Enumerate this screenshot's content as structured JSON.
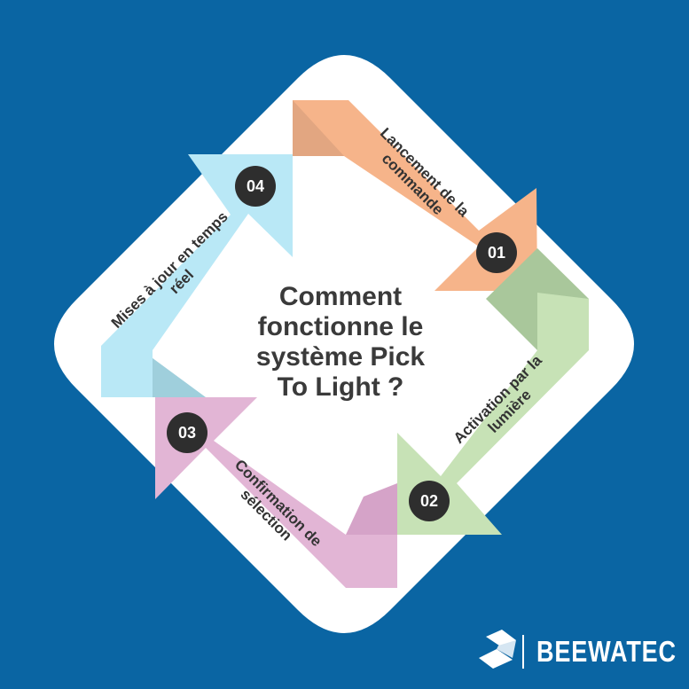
{
  "title_lines": [
    "Comment",
    "fonctionne le",
    "système Pick",
    "To Light ?"
  ],
  "steps": [
    {
      "number": "01",
      "label_lines": [
        "Lancement de la",
        "commande"
      ],
      "color": "#f6b48a"
    },
    {
      "number": "02",
      "label_lines": [
        "Activation par la",
        "lumière"
      ],
      "color": "#c7e2b6"
    },
    {
      "number": "03",
      "label_lines": [
        "Confirmation de",
        "sélection"
      ],
      "color": "#e2b5d5"
    },
    {
      "number": "04",
      "label_lines": [
        "Mises à jour en temps",
        "réel"
      ],
      "color": "#b9e8f6"
    }
  ],
  "brand": "BEEWATEC",
  "colors": {
    "background": "#0a65a3",
    "card": "#ffffff",
    "text": "#333333",
    "badge": "#2e2e2e"
  }
}
